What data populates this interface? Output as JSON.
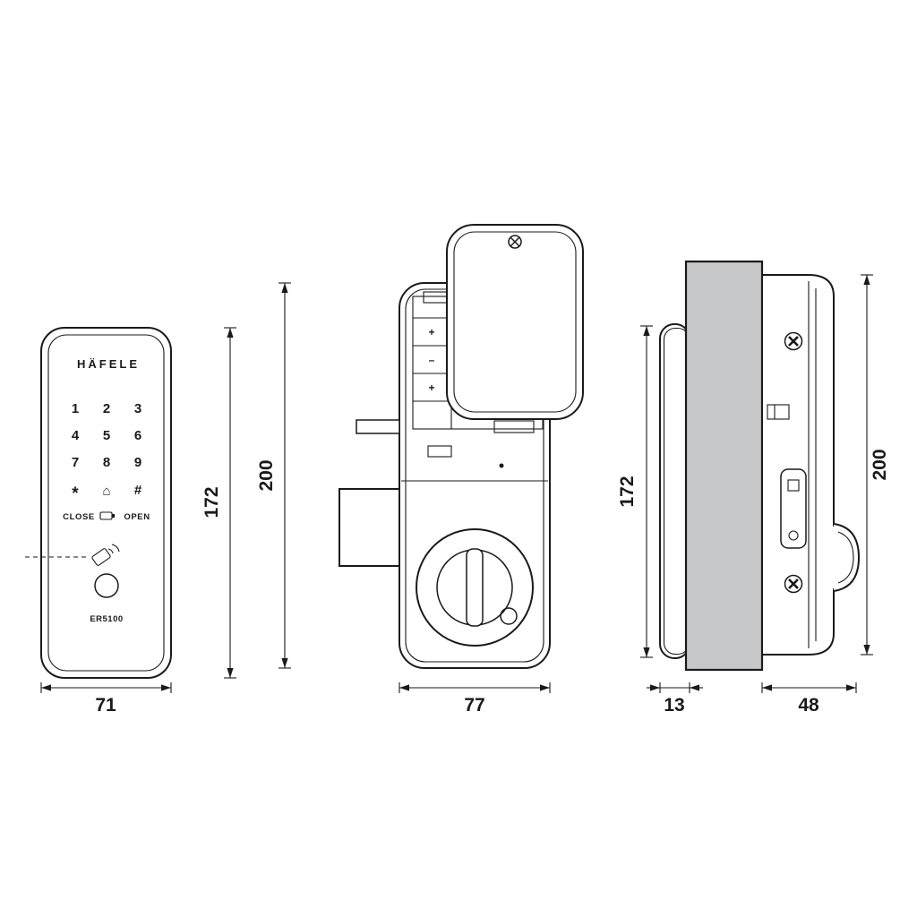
{
  "colors": {
    "line": "#1a1a1a",
    "door_fill": "#c6c7c9",
    "background": "#ffffff"
  },
  "front_view": {
    "brand": "HÄFELE",
    "model": "ER5100",
    "keys": [
      "1",
      "2",
      "3",
      "4",
      "5",
      "6",
      "7",
      "8",
      "9",
      "*",
      "⌂",
      "#"
    ],
    "close_label": "CLOSE",
    "open_label": "OPEN"
  },
  "back_view": {
    "battery_symbols": [
      "+",
      "–",
      "+"
    ]
  },
  "dimensions": {
    "front_width": "71",
    "front_height": "172",
    "back_height": "200",
    "back_width": "77",
    "side_unit_height": "172",
    "side_total_height": "200",
    "front_unit_thickness": "13",
    "back_unit_depth": "48"
  }
}
